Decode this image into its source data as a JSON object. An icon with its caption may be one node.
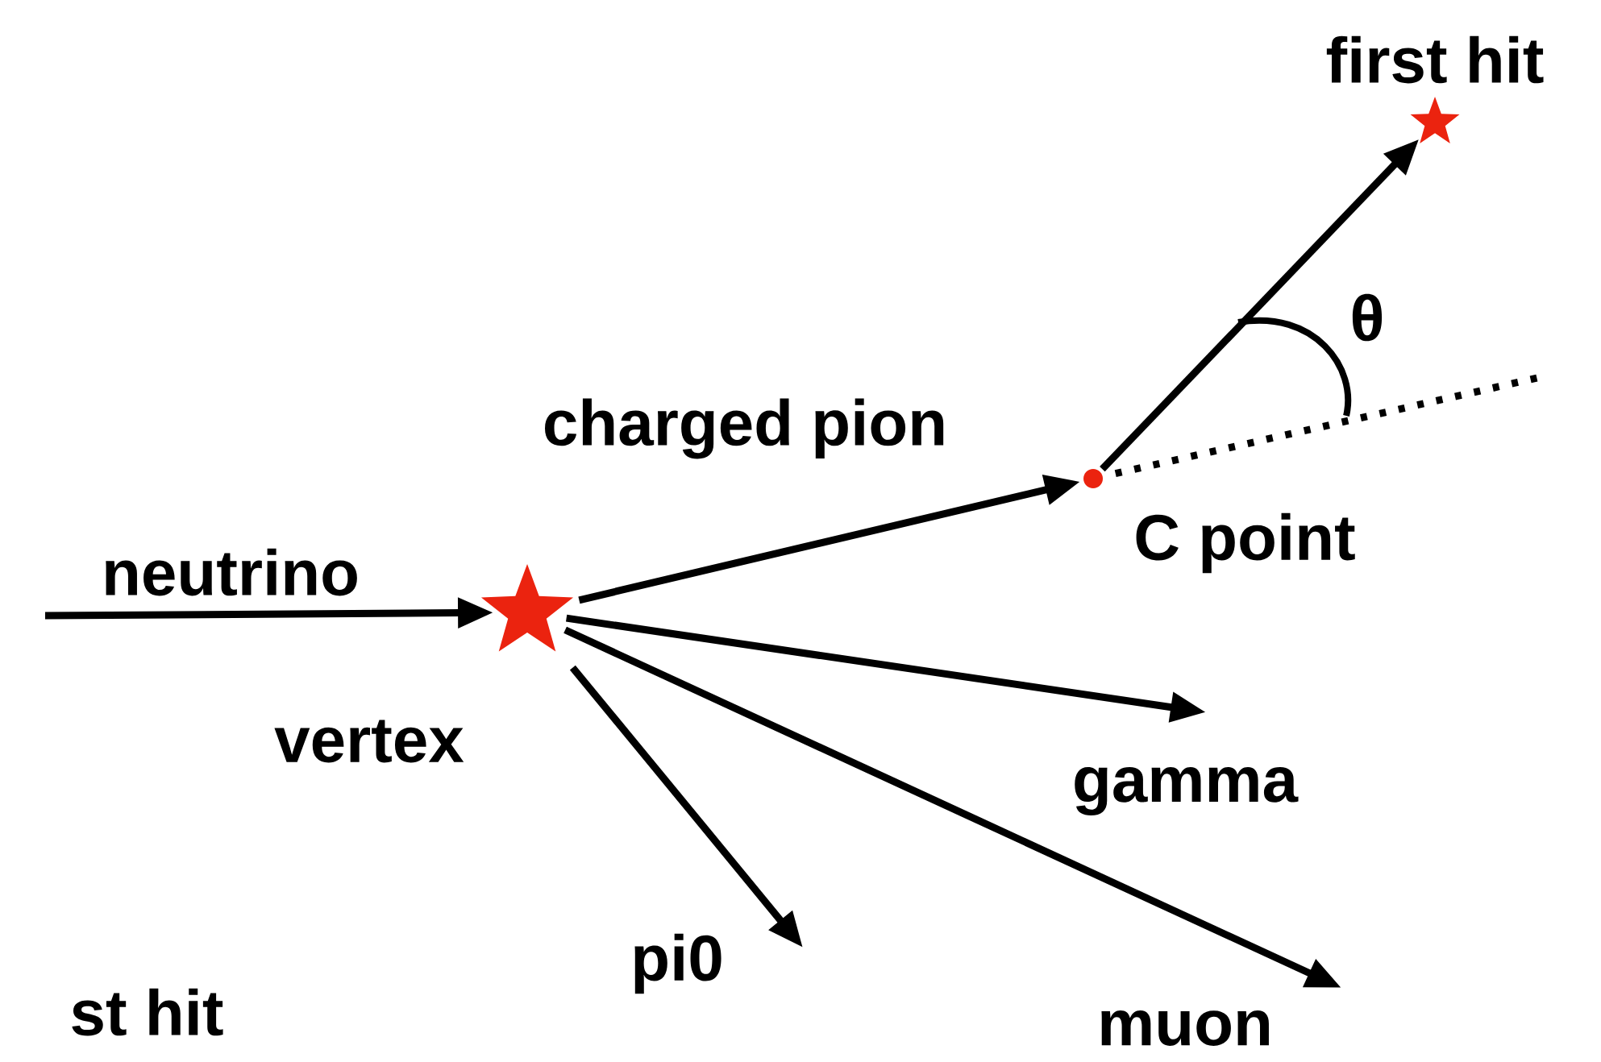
{
  "diagram": {
    "nodes": [
      {
        "text": [],
        "shape": "star",
        "beside": [
          "vertex"
        ]
      },
      {
        "text": [],
        "shape": "circle",
        "beside": [
          "C point"
        ]
      },
      {
        "text": [],
        "shape": "star",
        "beside": [
          "first hit"
        ]
      }
    ],
    "edges": [
      {
        "from": null,
        "to": 0,
        "arrow": "to",
        "label": "neutrino"
      },
      {
        "from": 0,
        "to": 1,
        "arrow": "to",
        "label": "charged pion"
      },
      {
        "from": 1,
        "to": 2,
        "arrow": "to"
      },
      {
        "from": 1,
        "to": null,
        "arrow": "none",
        "style": "dashed"
      },
      {
        "from": 0,
        "to": null,
        "arrow": "to",
        "label": "gamma"
      },
      {
        "from": 0,
        "to": null,
        "arrow": "to",
        "label": "pi0"
      },
      {
        "from": 0,
        "to": null,
        "arrow": "to",
        "label": "muon"
      }
    ],
    "labels": [
      "θ",
      "st hit"
    ]
  }
}
